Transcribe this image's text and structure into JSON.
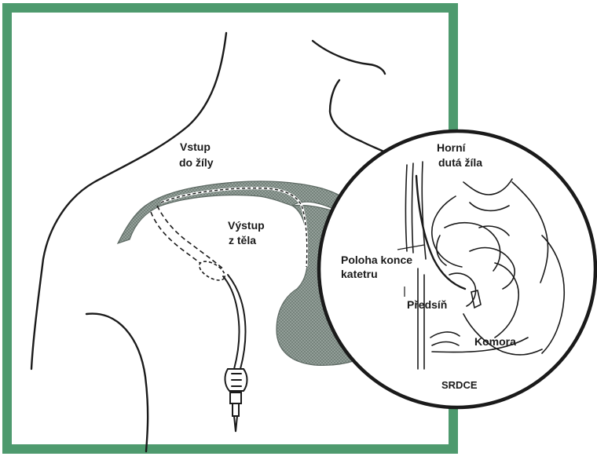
{
  "labels": {
    "vein_entry_line1": "Vstup",
    "vein_entry_line2": "do žíly",
    "exit_line1": "Výstup",
    "exit_line2": "z těla",
    "superior_vena_cava_line1": "Horní",
    "superior_vena_cava_line2": "dutá žíla",
    "catheter_tip_line1": "Poloha konce",
    "catheter_tip_line2": "katetru",
    "atrium": "Předsíň",
    "ventricle": "Komora",
    "heart": "SRDCE"
  },
  "colors": {
    "frame": "#4e9a6e",
    "vessel_fill": "#8e9a94",
    "lineart": "#1a1a1a",
    "background": "#ffffff"
  }
}
